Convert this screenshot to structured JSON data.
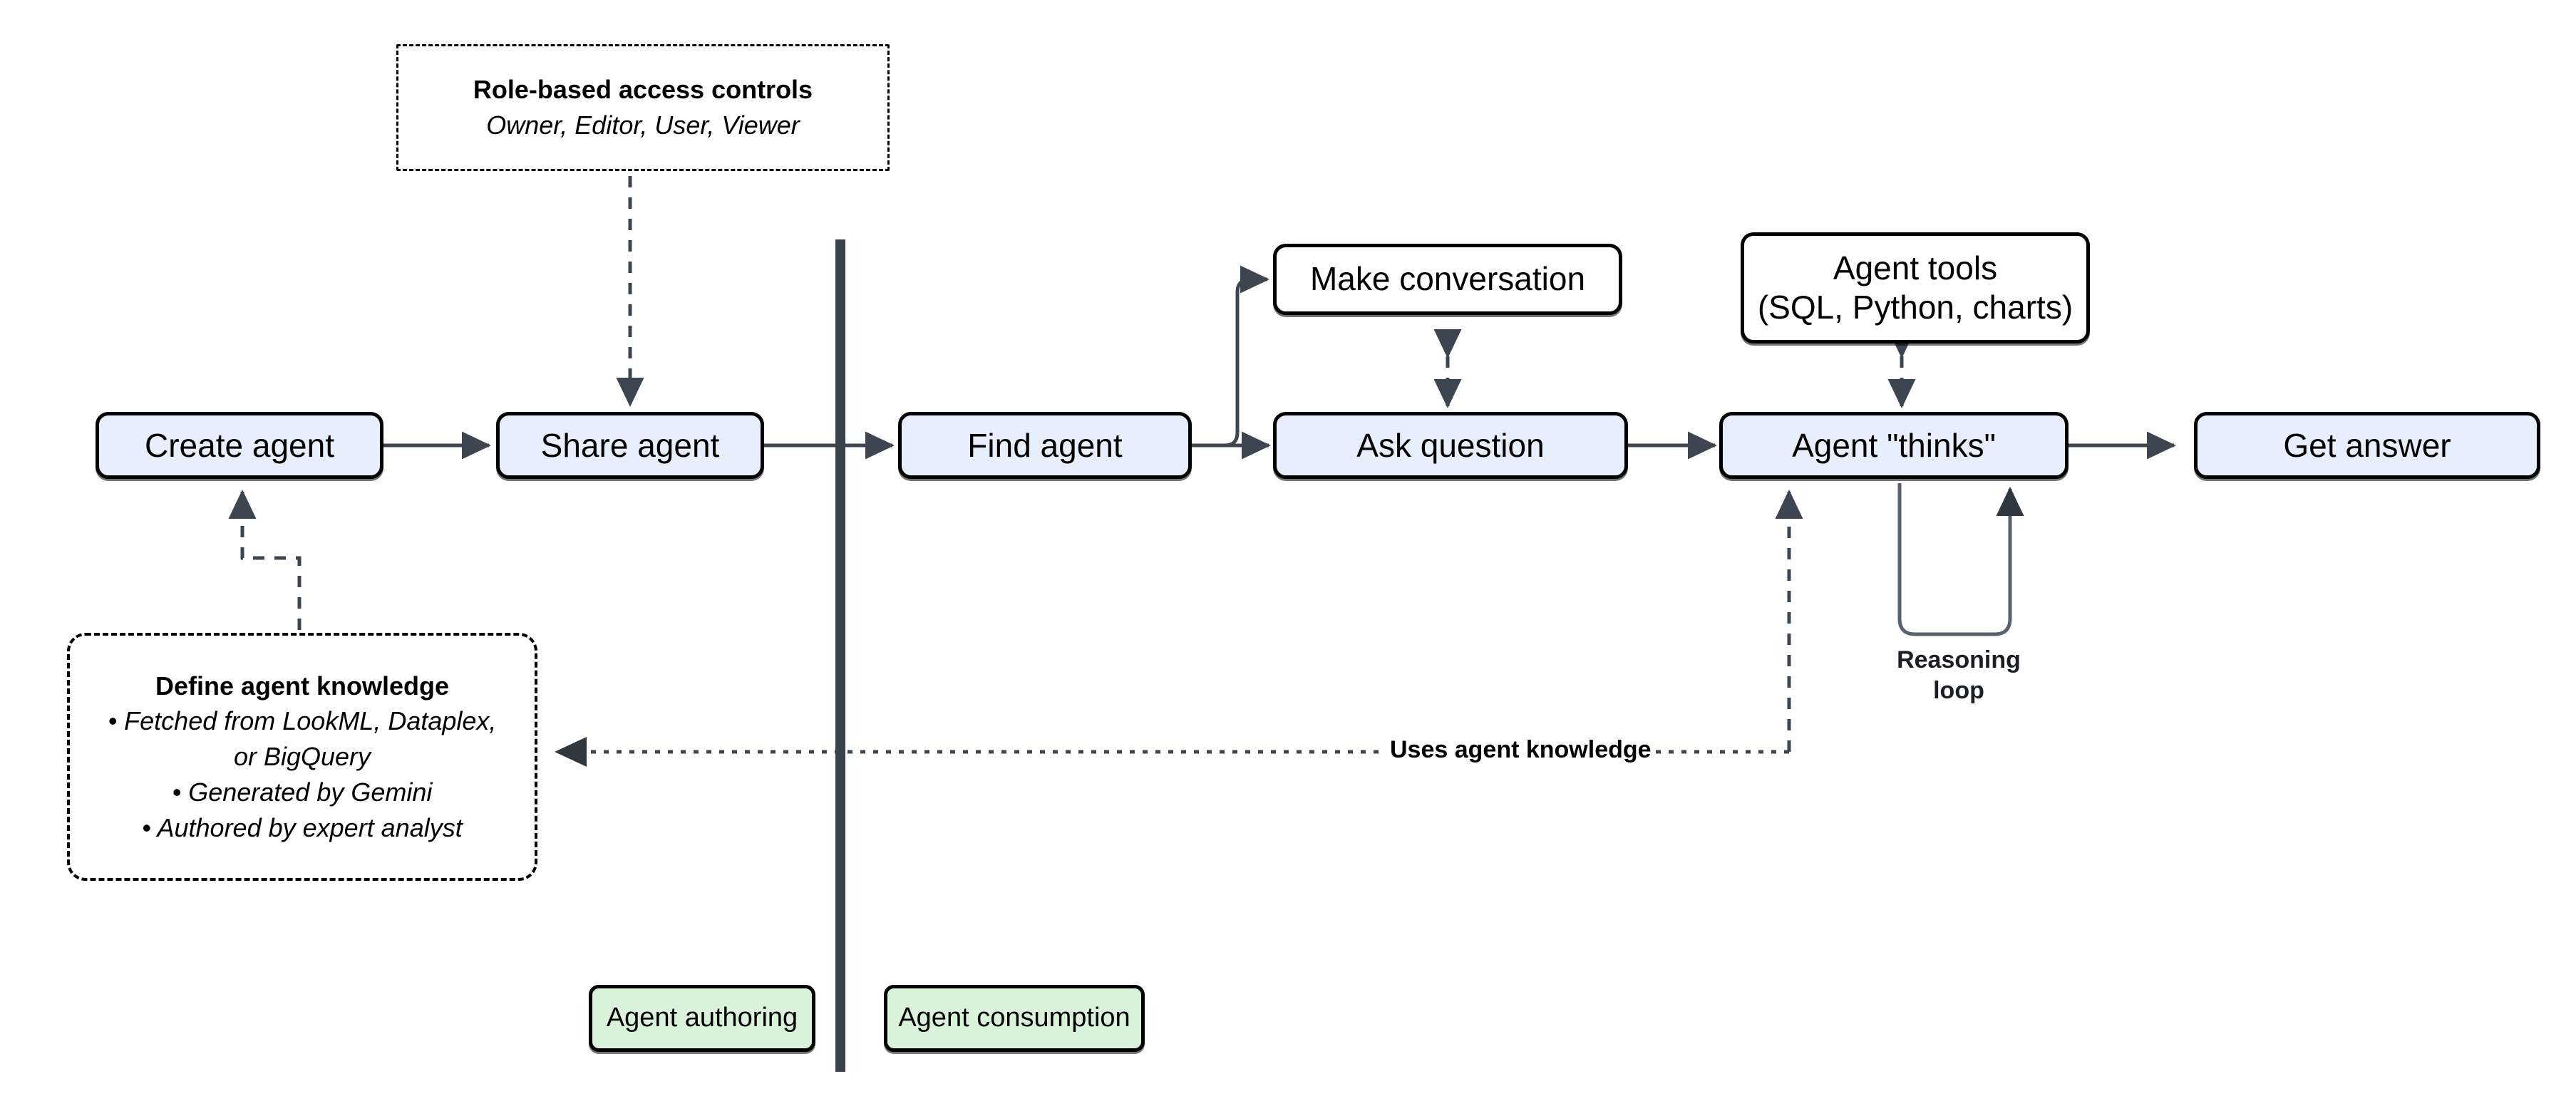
{
  "diagram": {
    "title_present": false,
    "colors": {
      "process_fill": "#e7effd",
      "plain_fill": "#ffffff",
      "legend_fill": "#d9f2d9",
      "stroke": "#000000",
      "connector": "#3d4550",
      "divider": "#3a424c"
    },
    "nodes": {
      "create_agent": {
        "label": "Create agent"
      },
      "share_agent": {
        "label": "Share agent"
      },
      "find_agent": {
        "label": "Find agent"
      },
      "make_conversation": {
        "label": "Make conversation"
      },
      "ask_question": {
        "label": "Ask question"
      },
      "agent_tools": {
        "line1": "Agent tools",
        "line2": "(SQL, Python, charts)"
      },
      "agent_thinks": {
        "label": "Agent \"thinks\""
      },
      "get_answer": {
        "label": "Get answer"
      }
    },
    "notes": {
      "rbac": {
        "title": "Role-based access controls",
        "subtitle": "Owner, Editor, User, Viewer"
      },
      "knowledge": {
        "title": "Define agent knowledge",
        "bullets": [
          "• Fetched from LookML, Dataplex,",
          "or BigQuery",
          "• Generated by Gemini",
          "• Authored by expert analyst"
        ]
      }
    },
    "edge_labels": {
      "uses_agent_knowledge": "Uses agent knowledge",
      "reasoning_loop_line1": "Reasoning",
      "reasoning_loop_line2": "loop"
    },
    "legend": {
      "authoring": "Agent authoring",
      "consumption": "Agent consumption"
    }
  }
}
